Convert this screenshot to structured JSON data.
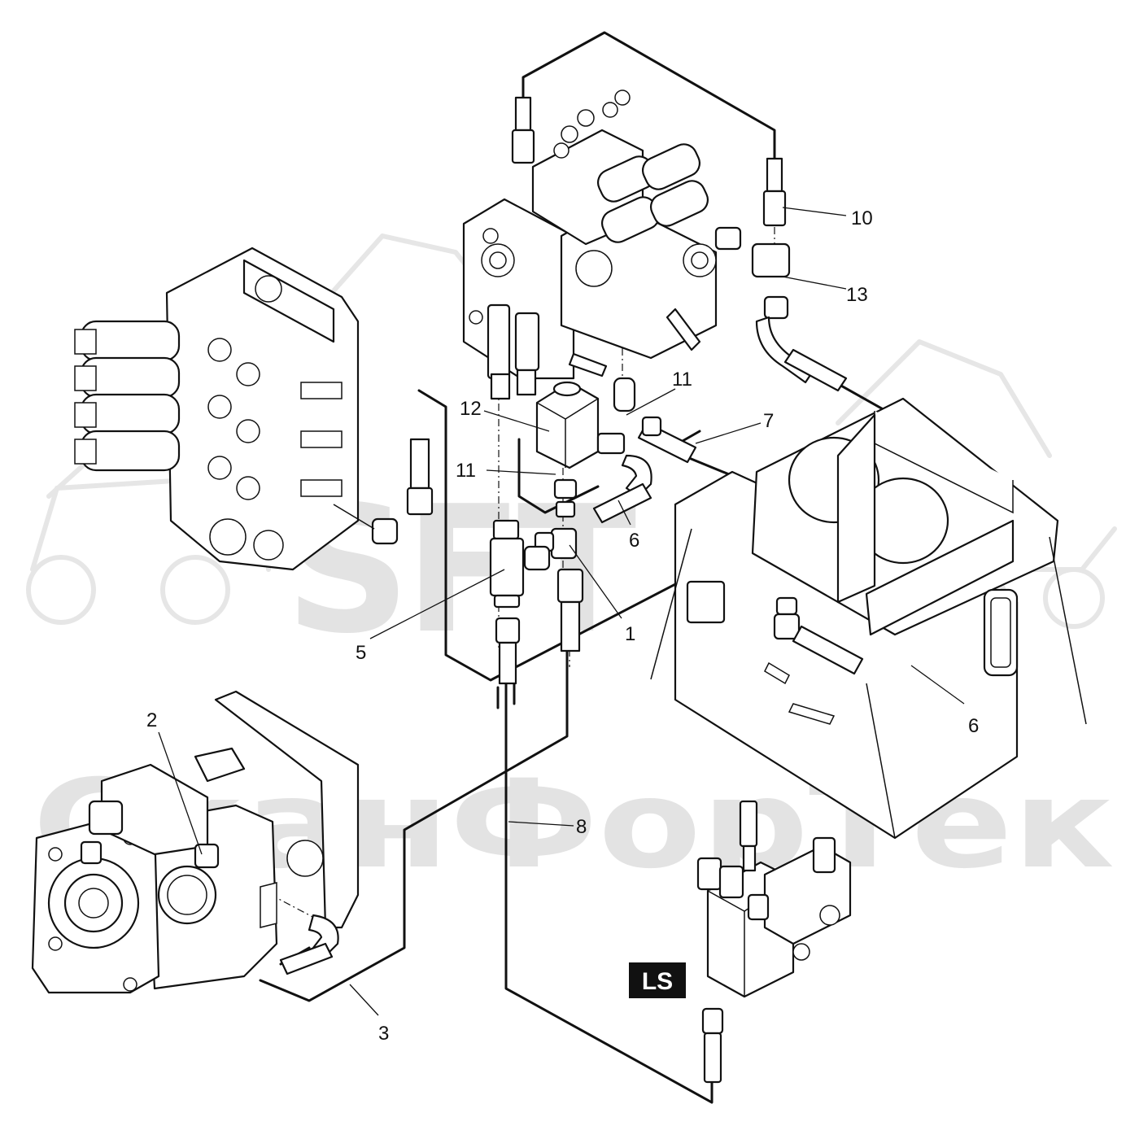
{
  "watermark": {
    "logo_text": "SFT",
    "brand_text": "СканФорТек"
  },
  "badge": {
    "label": "LS",
    "color": "#111111"
  },
  "callouts": [
    {
      "id": "c1",
      "label": "1"
    },
    {
      "id": "c2",
      "label": "2"
    },
    {
      "id": "c3",
      "label": "3"
    },
    {
      "id": "c5",
      "label": "5"
    },
    {
      "id": "c6a",
      "label": "6"
    },
    {
      "id": "c6b",
      "label": "6"
    },
    {
      "id": "c7",
      "label": "7"
    },
    {
      "id": "c8",
      "label": "8"
    },
    {
      "id": "c10",
      "label": "10"
    },
    {
      "id": "c11a",
      "label": "11"
    },
    {
      "id": "c11b",
      "label": "11"
    },
    {
      "id": "c12",
      "label": "12"
    },
    {
      "id": "c13",
      "label": "13"
    }
  ],
  "colors": {
    "line": "#111111",
    "watermark": "#e3e3e3",
    "background": "#ffffff"
  }
}
